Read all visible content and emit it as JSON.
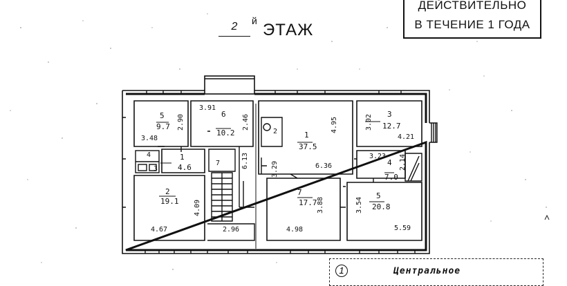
{
  "stamp": {
    "line1": "ДЕЙСТВИТЕЛЬНО",
    "line2": "В ТЕЧЕНИЕ 1 ГОДА"
  },
  "floor_title": {
    "number": "2",
    "suffix": "й",
    "word": "ЭТАЖ"
  },
  "rooms": [
    {
      "id": "5",
      "area": "9.7"
    },
    {
      "id": "6",
      "area": "10.2"
    },
    {
      "id": "1",
      "area": "4.6"
    },
    {
      "id": "2",
      "area": "19.1"
    },
    {
      "id": "1",
      "area": "37.5"
    },
    {
      "id": "3",
      "area": "12.7"
    },
    {
      "id": "4",
      "area": "7.0"
    },
    {
      "id": "7",
      "area": "17.7"
    },
    {
      "id": "5",
      "area": "20.8"
    }
  ],
  "dimensions": {
    "d1": "3.48",
    "d2": "2.90",
    "d3": "3.91",
    "d4": "2.46",
    "d5": "6.13",
    "d6": "4.09",
    "d7": "4.67",
    "d8": "2.96",
    "d9": "3.29",
    "d10": "6.36",
    "d11": "4.95",
    "d12": "3.02",
    "d13": "4.21",
    "d14": "3.23",
    "d15": "2.14",
    "d16": "3.88",
    "d17": "4.98",
    "d18": "3.54",
    "d19": "5.59"
  },
  "small_marks": {
    "wc_num": "4",
    "wc_num2": "3",
    "stair_num": "7",
    "closet_num": "2"
  },
  "legend": {
    "number": "1",
    "name": "Центральное"
  }
}
